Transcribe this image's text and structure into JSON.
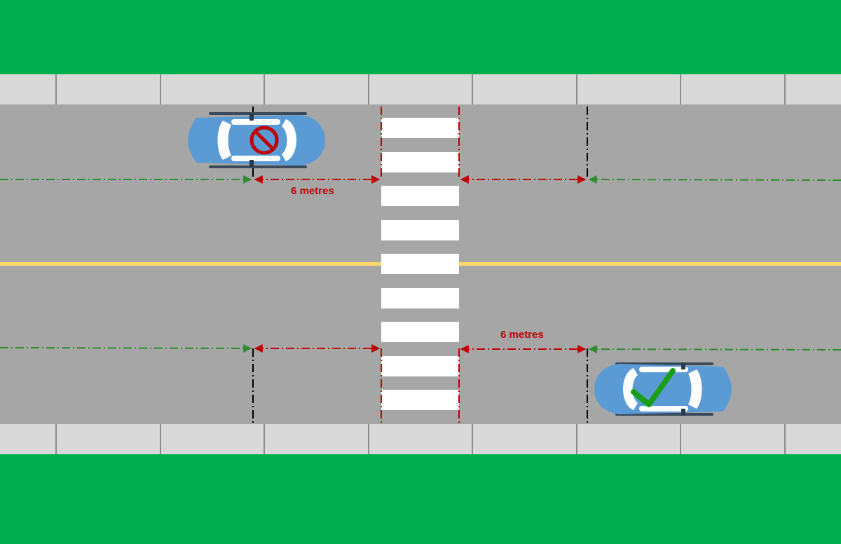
{
  "colors": {
    "grass": "#00b050",
    "sidewalk": "#d9d9d9",
    "sidewalk_joint": "#8c8c8c",
    "road": "#a6a6a6",
    "centre_line": "#ffd966",
    "crossing_stripe": "#ffffff",
    "crossing_edge": "#c00000",
    "distance_marker": "#c00000",
    "lane_guide": "#2e8b2e",
    "limit_marker": "#000000",
    "car_body": "#5b9bd5",
    "car_glass": "#ffffff",
    "prohibited_sign": "#c00000",
    "allowed_check": "#1a9e1a"
  },
  "distances": [
    {
      "label": "6 metres",
      "lane": "top"
    },
    {
      "label": "6 metres",
      "lane": "bottom"
    }
  ],
  "cars": [
    {
      "name": "car-parked-too-close",
      "status_icon": "prohibited-icon"
    },
    {
      "name": "car-parked-correctly",
      "status_icon": "checkmark-icon"
    }
  ]
}
